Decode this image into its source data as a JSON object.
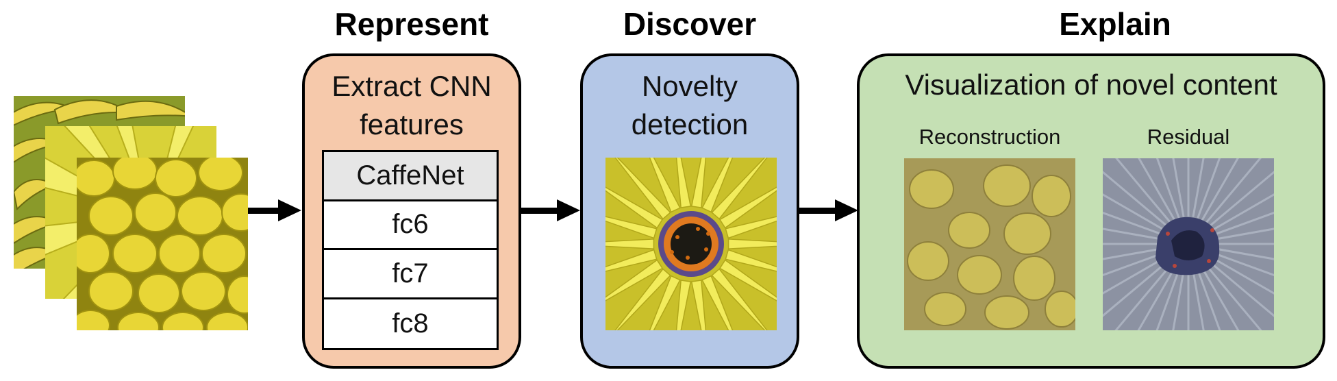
{
  "stages": {
    "represent": {
      "title": "Represent",
      "box_title_line1": "Extract CNN",
      "box_title_line2": "features",
      "layers": [
        "CaffeNet",
        "fc6",
        "fc7",
        "fc8"
      ]
    },
    "discover": {
      "title": "Discover",
      "box_title_line1": "Novelty",
      "box_title_line2": "detection"
    },
    "explain": {
      "title": "Explain",
      "box_title": "Visualization of novel content",
      "reconstruction_label": "Reconstruction",
      "residual_label": "Residual"
    }
  },
  "colors": {
    "represent_fill": "#f6c9ab",
    "discover_fill": "#b4c7e7",
    "explain_fill": "#c5e0b4",
    "layer_header_fill": "#e6e6e6",
    "arrow": "#000000"
  },
  "images": {
    "input_stack": [
      "bananas-photo",
      "yellow-flower-photo",
      "lemons-photo"
    ],
    "novel_example": "yellow-daisy-photo",
    "reconstruction": "lemon-like-reconstruction",
    "residual": "flower-residual-map"
  }
}
